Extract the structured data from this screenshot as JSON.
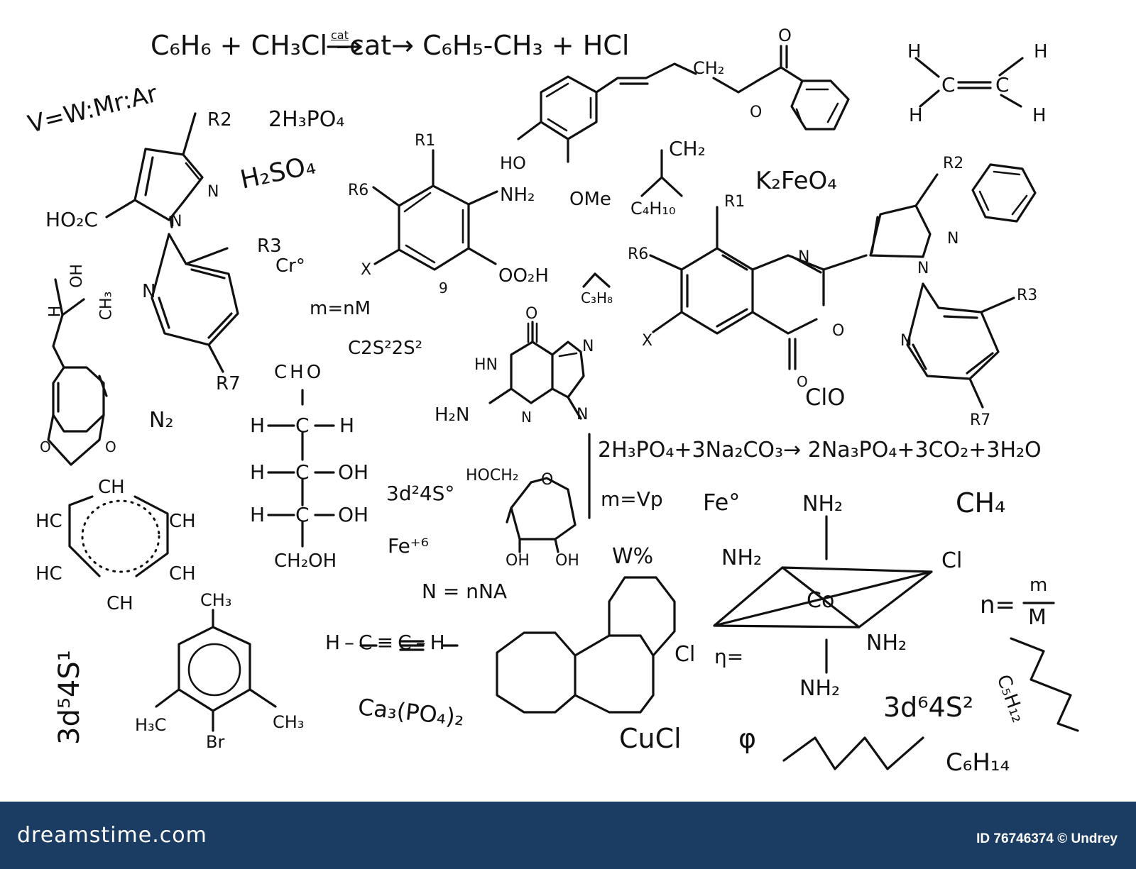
{
  "formulas": {
    "reaction1": "C₆H₆ + CH₃Cl –cat→ C₆H₅-CH₃ + HCl",
    "v_eq": "V=W:Mr:Ar",
    "h3po4": "2H₃PO₄",
    "h2so4": "H₂SO₄",
    "cr": "Cr°",
    "mnm": "m=nM",
    "c2s": "C2S²2S²",
    "n2": "N₂",
    "d2": "3d²4S°",
    "fe6": "Fe⁺⁶",
    "nna": "N = nNA",
    "acetylene": "H–C≡C–H",
    "ca3": "Ca₃(PO₄)₂",
    "d5": "3d⁵4S¹",
    "ch2_top": "CH₂",
    "c4h10": "C₄H₁₀",
    "c3h8": "C₃H₈",
    "k2feo4": "K₂FeO₄",
    "reaction2": "2H₃PO₄+3Na₂CO₃→ 2Na₃PO₄+3CO₂+3H₂O",
    "mvp": "m=Vp",
    "fe0": "Fe°",
    "ch4": "CH₄",
    "wpct": "W%",
    "cucl": "CuCl",
    "phi": "φ",
    "eta": "η=",
    "nmm_n": "n=",
    "nmm_m": "m",
    "nmm_M": "M",
    "d6": "3d⁶4S²",
    "c5h12": "C₅H₁₂",
    "c6h14": "C₆H₁₄",
    "clo": "ClO"
  },
  "labels": {
    "cat": "cat",
    "ho": "HO",
    "ome": "OMe",
    "ch2_ester": "CH₂",
    "ester_o": "O",
    "ester_dbl_o": "O",
    "eth_h1": "H",
    "eth_h2": "H",
    "eth_h3": "H",
    "eth_h4": "H",
    "eth_c1": "C",
    "eth_c2": "C",
    "pz_r2": "R2",
    "pz_ho2c": "HO₂C",
    "pz_n1": "N",
    "pz_n2": "N",
    "py_r3": "R3",
    "py_n": "N",
    "py_r7": "R7",
    "an_r1": "R1",
    "an_r6": "R6",
    "an_nh2": "NH₂",
    "an_x": "X",
    "an_co2h": "OO₂H",
    "an_9": "9",
    "side_h": "H",
    "side_oh": "OH",
    "side_ch3": "CH₃",
    "dx_o1": "O",
    "dx_o2": "O",
    "bz_ch1": "CH",
    "bz_ch2": "CH",
    "bz_ch3": "CH",
    "bz_ch4": "CH",
    "bz_hc1": "HC",
    "bz_hc2": "HC",
    "sug_cho": "CHO",
    "sug_h1": "H",
    "sug_c1": "C",
    "sug_hh1": "H",
    "sug_h2": "H",
    "sug_c2": "C",
    "sug_oh2": "OH",
    "sug_h3": "H",
    "sug_c3": "C",
    "sug_oh3": "OH",
    "sug_ch2oh": "CH₂OH",
    "gu_o": "O",
    "gu_hn": "HN",
    "gu_n7": "N",
    "gu_h2n": "H₂N",
    "gu_n3": "N",
    "gu_n9": "N",
    "rib_hoch2": "HOCH₂",
    "rib_o": "O",
    "rib_oh1": "OH",
    "rib_oh2": "OH",
    "bx_r1": "R1",
    "bx_r6": "R6",
    "bx_x": "X",
    "bx_n": "N",
    "bx_o": "O",
    "bx_oo": "O",
    "pz2_r2": "R2",
    "pz2_n1": "N",
    "pz2_n2": "N",
    "py2_r3": "R3",
    "py2_n": "N",
    "py2_r7": "R7",
    "co_nh2_top": "NH₂",
    "co_nh2_left": "NH₂",
    "co_cl": "Cl",
    "co_co": "Co",
    "co_nh2_right": "NH₂",
    "co_nh2_bottom": "NH₂",
    "phen_cl": "Cl",
    "ms_ch3_top": "CH₃",
    "ms_h3c": "H₃C",
    "ms_ch3_right": "CH₃",
    "ms_br": "Br"
  },
  "footer": {
    "brand": "dreamstime.com",
    "credit": "ID 76746374 © Undrey"
  }
}
